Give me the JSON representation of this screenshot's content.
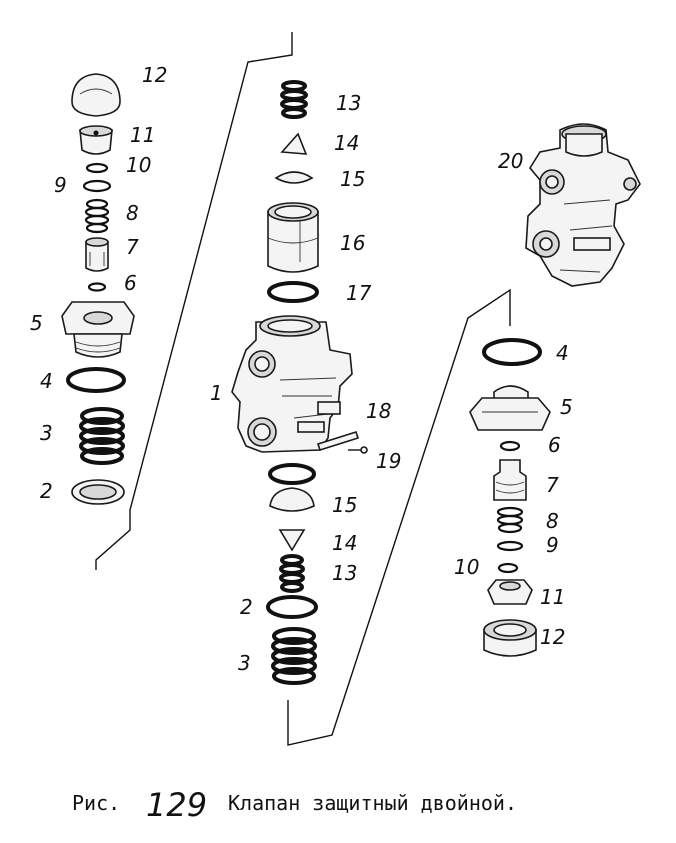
{
  "caption": {
    "prefix": "Рис.",
    "number": "129",
    "title": "Клапан защитный двойной."
  },
  "callouts": {
    "left": [
      "12",
      "11",
      "10",
      "9",
      "8",
      "7",
      "6",
      "5",
      "4",
      "3",
      "2"
    ],
    "center": [
      "13",
      "14",
      "15",
      "16",
      "17",
      "1",
      "18",
      "19",
      "15",
      "14",
      "13",
      "2",
      "3"
    ],
    "right": [
      "20",
      "4",
      "5",
      "6",
      "7",
      "8",
      "9",
      "10",
      "11",
      "12"
    ]
  }
}
